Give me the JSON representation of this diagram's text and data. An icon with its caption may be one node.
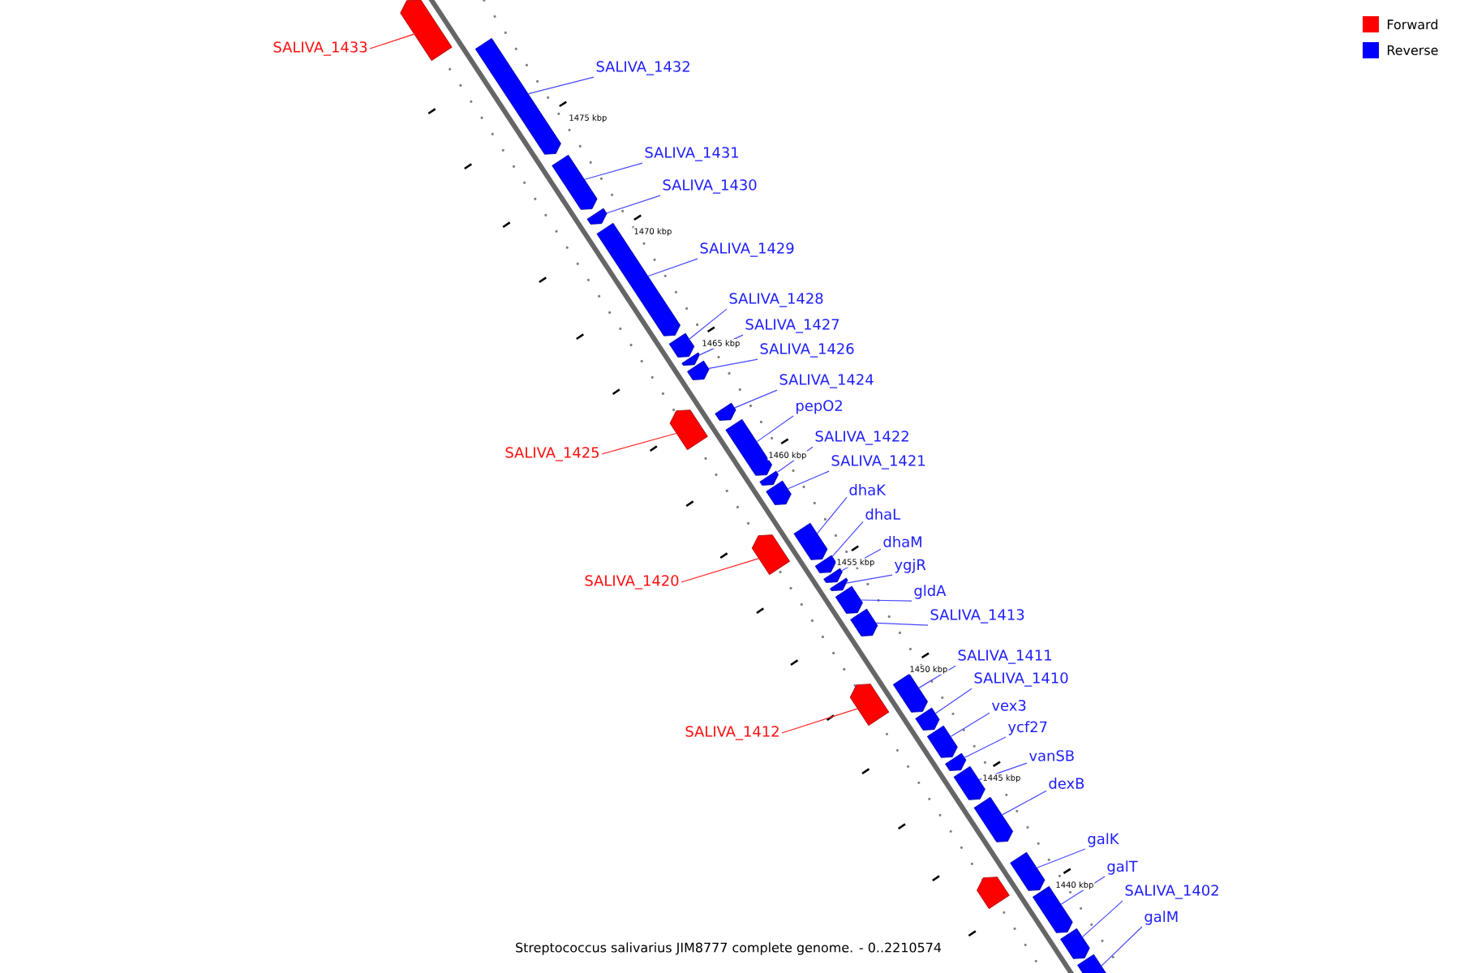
{
  "diagram": {
    "caption": "Streptococcus salivarius JIM8777 complete genome. - 0..2210574",
    "nodes": [
      {
        "text": [
          "SALIVA_1433"
        ]
      },
      {
        "text": [],
        "shape": "arrow"
      },
      {
        "text": [
          "SALIVA_1432"
        ]
      },
      {
        "text": [],
        "shape": "arrow"
      },
      {
        "text": [
          "SALIVA_1431"
        ]
      },
      {
        "text": [],
        "shape": "arrow"
      },
      {
        "text": [
          "SALIVA_1430"
        ]
      },
      {
        "text": [],
        "shape": "arrow"
      },
      {
        "text": [
          "SALIVA_1429"
        ]
      },
      {
        "text": [],
        "shape": "arrow"
      },
      {
        "text": [
          "SALIVA_1428"
        ]
      },
      {
        "text": [],
        "shape": "arrow"
      },
      {
        "text": [
          "SALIVA_1427"
        ]
      },
      {
        "text": [],
        "shape": "arrow"
      },
      {
        "text": [
          "SALIVA_1426"
        ]
      },
      {
        "text": [],
        "shape": "arrow"
      },
      {
        "text": [
          "SALIVA_1425"
        ]
      },
      {
        "text": [],
        "shape": "arrow"
      },
      {
        "text": [
          "SALIVA_1424"
        ]
      },
      {
        "text": [],
        "shape": "arrow"
      },
      {
        "text": [
          "pepO2"
        ]
      },
      {
        "text": [],
        "shape": "arrow"
      },
      {
        "text": [
          "SALIVA_1422"
        ]
      },
      {
        "text": [],
        "shape": "arrow"
      },
      {
        "text": [
          "SALIVA_1421"
        ]
      },
      {
        "text": [],
        "shape": "arrow"
      },
      {
        "text": [
          "SALIVA_1420"
        ]
      },
      {
        "text": [],
        "shape": "arrow"
      },
      {
        "text": [
          "dhaK"
        ]
      },
      {
        "text": [],
        "shape": "arrow"
      },
      {
        "text": [
          "dhaL"
        ]
      },
      {
        "text": [],
        "shape": "arrow"
      },
      {
        "text": [
          "dhaM"
        ]
      },
      {
        "text": [],
        "shape": "arrow"
      },
      {
        "text": [
          "ygjR"
        ]
      },
      {
        "text": [],
        "shape": "arrow"
      },
      {
        "text": [
          "gldA"
        ]
      },
      {
        "text": [],
        "shape": "arrow"
      },
      {
        "text": [
          "SALIVA_1413"
        ]
      },
      {
        "text": [],
        "shape": "arrow"
      },
      {
        "text": [
          "SALIVA_1412"
        ]
      },
      {
        "text": [],
        "shape": "arrow"
      },
      {
        "text": [
          "SALIVA_1411"
        ]
      },
      {
        "text": [],
        "shape": "arrow"
      },
      {
        "text": [
          "SALIVA_1410"
        ]
      },
      {
        "text": [],
        "shape": "arrow"
      },
      {
        "text": [
          "vex3"
        ]
      },
      {
        "text": [],
        "shape": "arrow"
      },
      {
        "text": [
          "ycf27"
        ]
      },
      {
        "text": [],
        "shape": "arrow"
      },
      {
        "text": [
          "vanSB"
        ]
      },
      {
        "text": [],
        "shape": "arrow"
      },
      {
        "text": [
          "dexB"
        ]
      },
      {
        "text": [],
        "shape": "arrow"
      },
      {
        "text": [
          "galK"
        ]
      },
      {
        "text": [],
        "shape": "arrow"
      },
      {
        "text": [],
        "shape": "arrow"
      },
      {
        "text": [
          "galT"
        ]
      },
      {
        "text": [],
        "shape": "arrow"
      },
      {
        "text": [
          "SALIVA_1402"
        ]
      },
      {
        "text": [],
        "shape": "arrow"
      },
      {
        "text": [
          "galM"
        ]
      },
      {
        "text": [],
        "shape": "arrow"
      }
    ],
    "edges": [
      {
        "from": 0,
        "to": 1,
        "arrow": "none",
        "color": "#ff2020"
      },
      {
        "from": 2,
        "to": 3,
        "arrow": "none"
      },
      {
        "from": 4,
        "to": 5,
        "arrow": "none"
      },
      {
        "from": 6,
        "to": 7,
        "arrow": "none"
      },
      {
        "from": 8,
        "to": 9,
        "arrow": "none"
      },
      {
        "from": 10,
        "to": 11,
        "arrow": "none"
      },
      {
        "from": 12,
        "to": 13,
        "arrow": "none"
      },
      {
        "from": 14,
        "to": 15,
        "arrow": "none"
      },
      {
        "from": 16,
        "to": 17,
        "arrow": "none",
        "color": "#ff2020"
      },
      {
        "from": 18,
        "to": 19,
        "arrow": "none"
      },
      {
        "from": 20,
        "to": 21,
        "arrow": "none"
      },
      {
        "from": 22,
        "to": 23,
        "arrow": "none"
      },
      {
        "from": 24,
        "to": 25,
        "arrow": "none"
      },
      {
        "from": 26,
        "to": 27,
        "arrow": "none",
        "color": "#ff2020"
      },
      {
        "from": 28,
        "to": 29,
        "arrow": "none"
      },
      {
        "from": 30,
        "to": 31,
        "arrow": "none"
      },
      {
        "from": 32,
        "to": 33,
        "arrow": "none"
      },
      {
        "from": 34,
        "to": 35,
        "arrow": "none"
      },
      {
        "from": 36,
        "to": 37,
        "arrow": "none"
      },
      {
        "from": 38,
        "to": 39,
        "arrow": "none"
      },
      {
        "from": 40,
        "to": 41,
        "arrow": "none",
        "color": "#ff2020"
      },
      {
        "from": 42,
        "to": 43,
        "arrow": "none"
      },
      {
        "from": 44,
        "to": 45,
        "arrow": "none"
      },
      {
        "from": 46,
        "to": 47,
        "arrow": "none"
      },
      {
        "from": 48,
        "to": 49,
        "arrow": "none"
      },
      {
        "from": 50,
        "to": 51,
        "arrow": "none"
      },
      {
        "from": 52,
        "to": 53,
        "arrow": "none"
      },
      {
        "from": 54,
        "to": 55,
        "arrow": "none"
      },
      {
        "from": 57,
        "to": 58,
        "arrow": "none"
      },
      {
        "from": 59,
        "to": 60,
        "arrow": "none"
      },
      {
        "from": 61,
        "to": 62,
        "arrow": "none"
      }
    ],
    "labels": [
      "1475 kbp",
      "1470 kbp",
      "1465 kbp",
      "1460 kbp",
      "1455 kbp",
      "1450 kbp",
      "1445 kbp",
      "1440 kbp"
    ],
    "legend": [
      {
        "text": "Forward",
        "color": "#ff0000"
      },
      {
        "text": "Reverse",
        "color": "#0000ff"
      }
    ]
  }
}
